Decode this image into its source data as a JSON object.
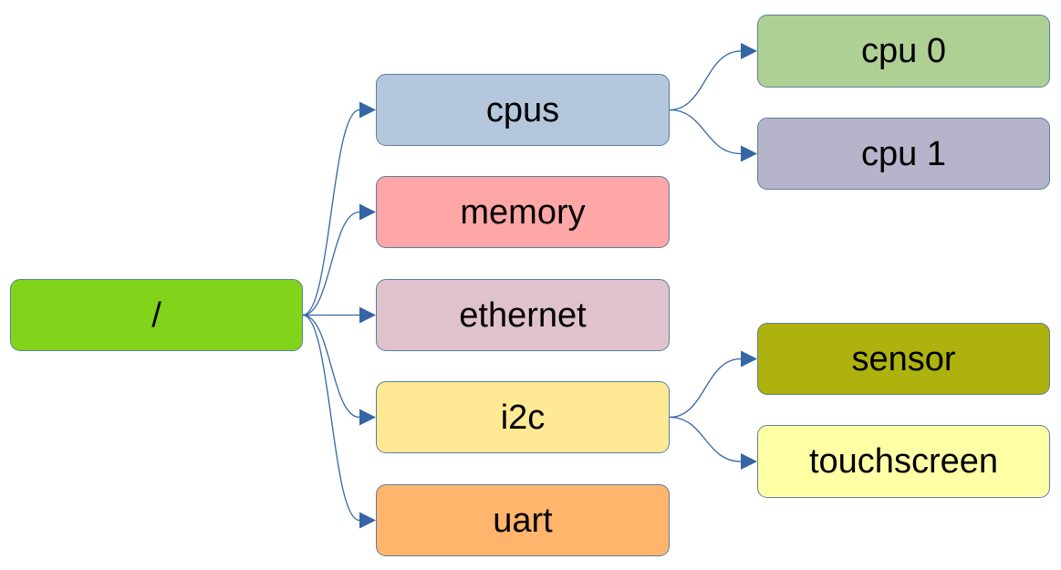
{
  "diagram": {
    "type": "tree",
    "edge_color": "#3465a4",
    "border_color": "#5a7f9c",
    "nodes": [
      {
        "id": "root",
        "label": "/",
        "color": "#81d41a",
        "level": 0
      },
      {
        "id": "cpus",
        "label": "cpus",
        "color": "#b4c7dc",
        "level": 1,
        "parent": "root"
      },
      {
        "id": "memory",
        "label": "memory",
        "color": "#ffa6a6",
        "level": 1,
        "parent": "root"
      },
      {
        "id": "ethernet",
        "label": "ethernet",
        "color": "#e0c2cd",
        "level": 1,
        "parent": "root"
      },
      {
        "id": "i2c",
        "label": "i2c",
        "color": "#ffe994",
        "level": 1,
        "parent": "root"
      },
      {
        "id": "uart",
        "label": "uart",
        "color": "#ffb66c",
        "level": 1,
        "parent": "root"
      },
      {
        "id": "cpu0",
        "label": "cpu 0",
        "color": "#afd095",
        "level": 2,
        "parent": "cpus"
      },
      {
        "id": "cpu1",
        "label": "cpu 1",
        "color": "#b7b3ca",
        "level": 2,
        "parent": "cpus"
      },
      {
        "id": "sensor",
        "label": "sensor",
        "color": "#aeb20e",
        "level": 2,
        "parent": "i2c"
      },
      {
        "id": "touchscreen",
        "label": "touchscreen",
        "color": "#ffffa6",
        "level": 2,
        "parent": "i2c"
      }
    ]
  }
}
